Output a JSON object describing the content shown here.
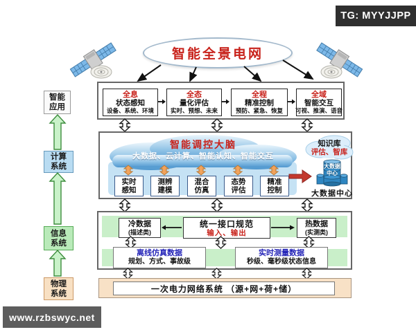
{
  "badges": {
    "tg": "TG: MYYJJPP",
    "site": "www.rzbswyc.net"
  },
  "hub": {
    "title": "智能全景电网"
  },
  "layers": {
    "app": {
      "line1": "智能",
      "line2": "应用"
    },
    "compute": {
      "line1": "计算",
      "line2": "系统"
    },
    "info": {
      "line1": "信息",
      "line2": "系统"
    },
    "physical": {
      "line1": "物理",
      "line2": "系统"
    }
  },
  "app_row": {
    "boxes": [
      {
        "title": "全息",
        "line2": "状态感知",
        "line3": "设备、系统、环境"
      },
      {
        "title": "全态",
        "line2": "量化评估",
        "line3": "实时、预想、未来"
      },
      {
        "title": "全程",
        "line2": "精准控制",
        "line3": "预防、紧急、恢复"
      },
      {
        "title": "全域",
        "line2": "智能交互",
        "line3": "可视、推演、语音"
      }
    ]
  },
  "brain": {
    "title": "智能调控大脑",
    "subtitle": "大数据、云计算、智能认知、智能交互",
    "modules": [
      {
        "line1": "实时",
        "line2": "感知"
      },
      {
        "line1": "测辨",
        "line2": "建模"
      },
      {
        "line1": "混合",
        "line2": "仿真"
      },
      {
        "line1": "态势",
        "line2": "评估"
      },
      {
        "line1": "精准",
        "line2": "控制"
      }
    ]
  },
  "knowledge": {
    "title": "知识库",
    "subtitle": "评估、智库"
  },
  "datacenter": {
    "icon_line1": "大数据",
    "icon_line2": "中心",
    "label": "大数据中心"
  },
  "interface_row": {
    "cold": {
      "title": "冷数据",
      "subtitle": "(描述类)"
    },
    "unified": {
      "title": "统一接口规范",
      "subtitle": "输入、输出"
    },
    "hot": {
      "title": "热数据",
      "subtitle": "(实测类)"
    }
  },
  "data_row": {
    "offline": {
      "title": "离线仿真数据",
      "subtitle": "规划、方式、事故级"
    },
    "realtime": {
      "title": "实时测量数据",
      "subtitle": "秒级、毫秒级状态信息"
    }
  },
  "grid": {
    "label": "一次电力网络系统 （源+网+荷+储）"
  },
  "colors": {
    "accent_red": "#c8231c",
    "title_blue": "#2424b8",
    "green_band": "#c9efc9",
    "cloud_blue": "#5b9fd4",
    "band_blue": "#c5e2f4",
    "orange_arrow": "#f2a35c",
    "red_arrow": "#c3392e",
    "peach": "#f8e1c6",
    "layer_compute": "#b9dcf2",
    "layer_info": "#b9eab9",
    "layer_physical": "#f8e0c3",
    "badge_dark": "#2f2f2f",
    "badge_gray": "#5d5d5d"
  },
  "icons": {
    "satellite_left": "satellite-icon",
    "satellite_right": "satellite-icon",
    "brain_cloud": "cloud-icon",
    "knowledge_cloud": "cloud-icon",
    "datacenter": "database-icon"
  }
}
